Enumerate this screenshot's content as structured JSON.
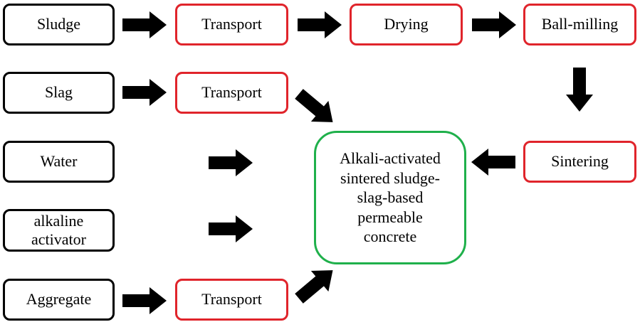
{
  "colors": {
    "input_border": "#000000",
    "process_border": "#e0242b",
    "target_border": "#1fb04b",
    "arrow": "#000000"
  },
  "inputs": {
    "sludge": "Sludge",
    "slag": "Slag",
    "water": "Water",
    "alkaline_line1": "alkaline",
    "alkaline_line2": "activator",
    "aggregate": "Aggregate"
  },
  "processes": {
    "transport_sludge": "Transport",
    "drying": "Drying",
    "ball_milling": "Ball-milling",
    "sintering": "Sintering",
    "transport_slag": "Transport",
    "transport_aggregate": "Transport"
  },
  "target": {
    "lines": [
      "Alkali-activated",
      "sintered sludge-",
      "slag-based",
      "permeable",
      "concrete"
    ]
  }
}
